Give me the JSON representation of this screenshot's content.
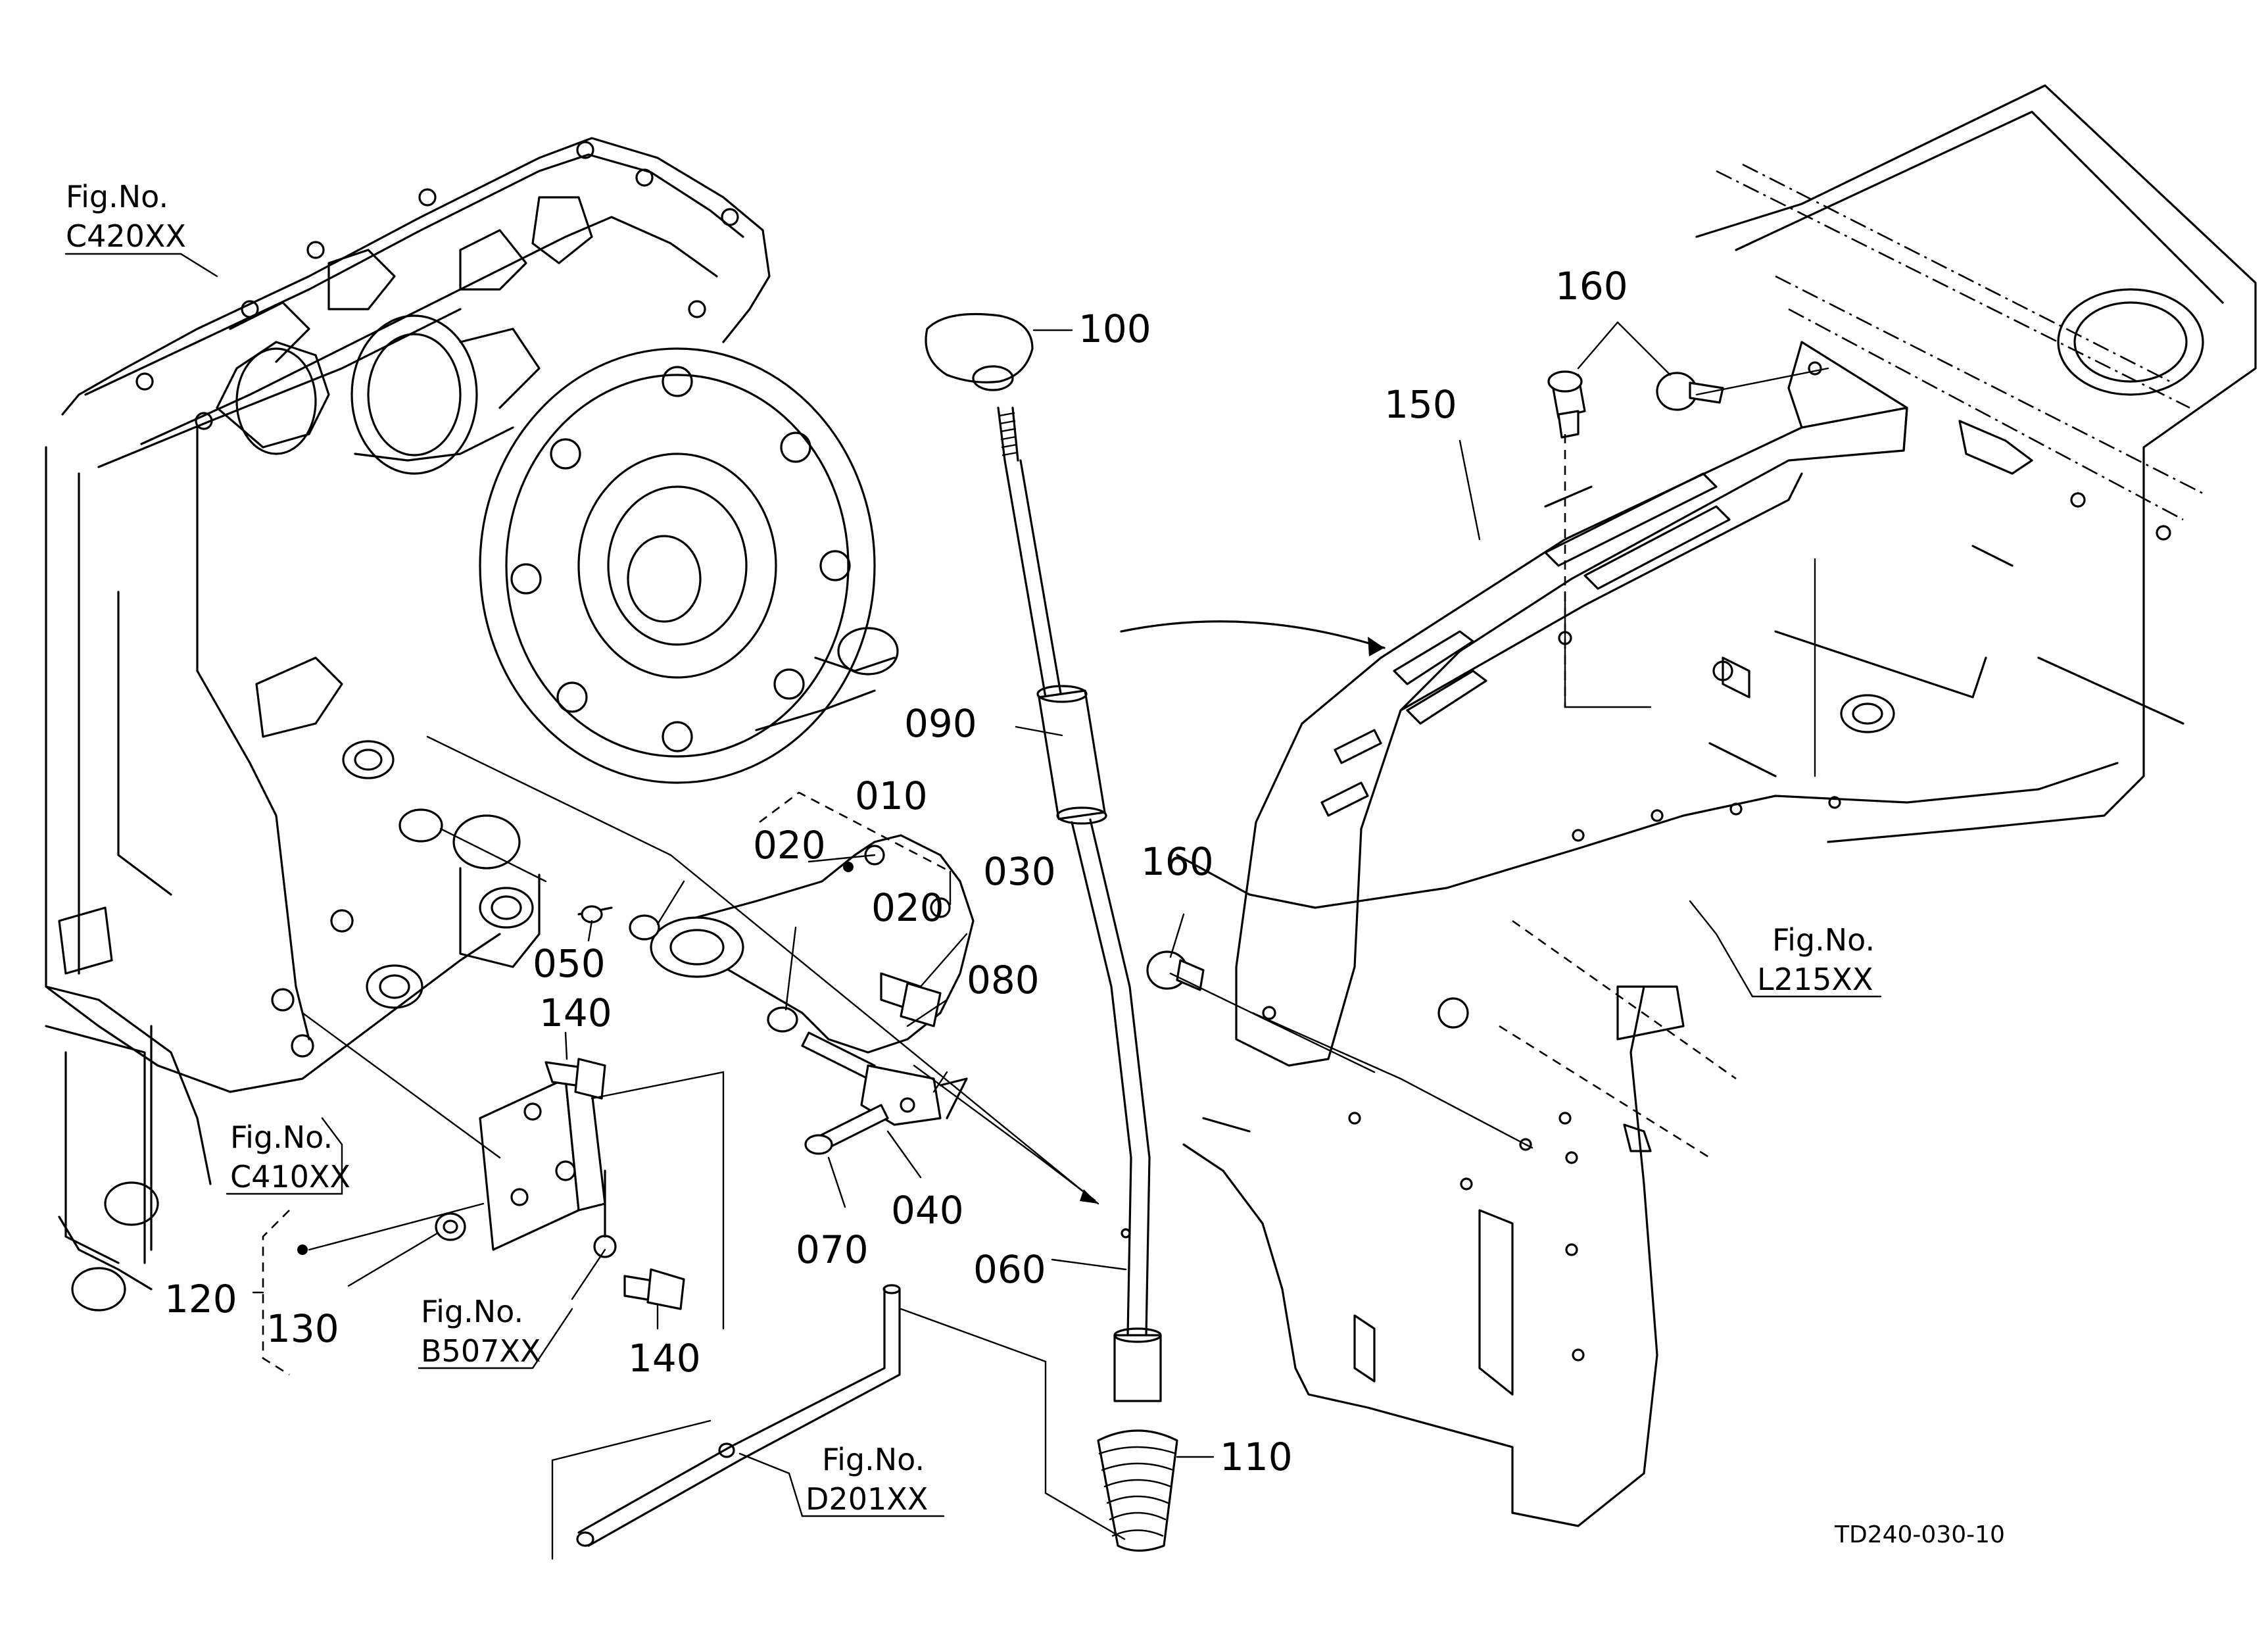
{
  "parts": {
    "p010": "010",
    "p020a": "020",
    "p020b": "020",
    "p030": "030",
    "p040": "040",
    "p050": "050",
    "p060": "060",
    "p070": "070",
    "p080": "080",
    "p090": "090",
    "p100": "100",
    "p110": "110",
    "p120": "120",
    "p130": "130",
    "p140a": "140",
    "p140b": "140",
    "p150": "150",
    "p160a": "160",
    "p160b": "160"
  },
  "figure_refs": {
    "prefix": "Fig.No.",
    "c420": "C420XX",
    "c410": "C410XX",
    "b507": "B507XX",
    "d201": "D201XX",
    "l215": "L215XX"
  },
  "drawing_code": "TD240-030-10"
}
